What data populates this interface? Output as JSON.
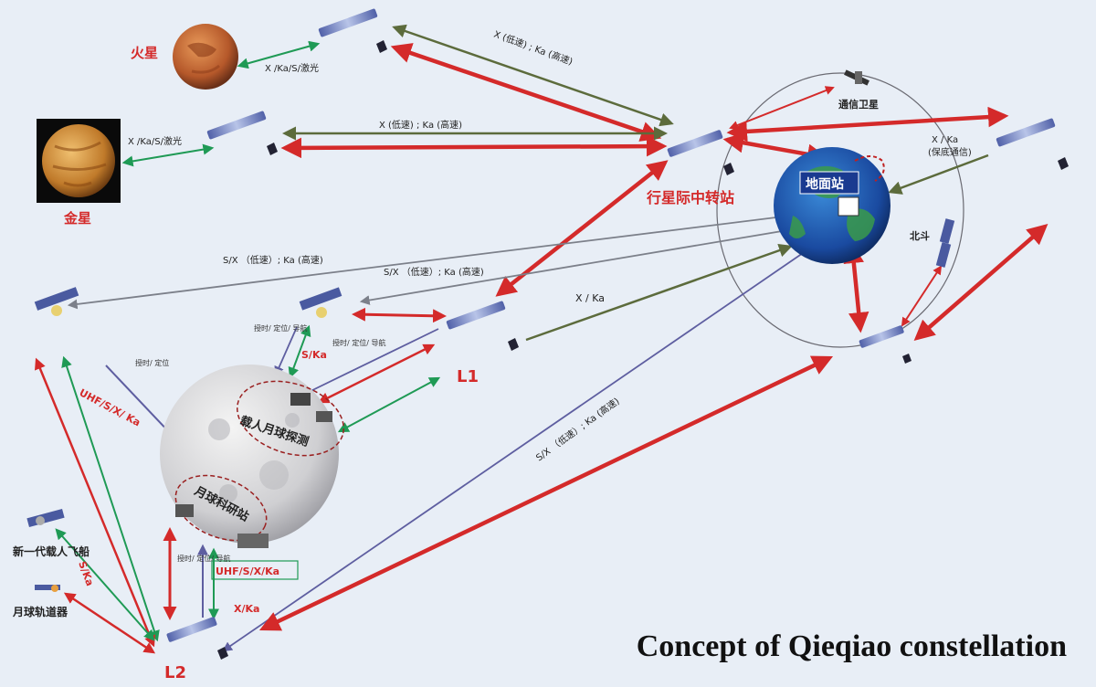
{
  "title": "Concept of Qieqiao constellation",
  "colors": {
    "background": "#e8eef6",
    "red": "#d42a2a",
    "olive": "#5c6b3c",
    "green": "#1f9a55",
    "purple": "#5e5ea0",
    "grey": "#7c808a"
  },
  "bodies": {
    "mars": "火星",
    "venus": "金星",
    "earth_station": "地面站",
    "relay_station": "行星际中转站",
    "comm_sat": "通信卫星",
    "beidou": "北斗",
    "crewed_landing": "载人月球探测",
    "lunar_station": "月球科研站",
    "new_spacecraft": "新一代载人飞船",
    "lunar_orbiter": "月球轨道器",
    "L1": "L1",
    "L2": "L2"
  },
  "links": {
    "mars_link": "X /Ka/S/激光",
    "venus_link": "X /Ka/S/激光",
    "upper_rate": "X (低速) ; Ka (高速)",
    "middle_rate": "X (低速) ; Ka (高速)",
    "backup_ka": "X / Ka",
    "backup_note": "(保底通信)",
    "long_grey": "S/X （低速）; Ka (高速)",
    "l1_grey": "S/X （低速）; Ka (高速)",
    "l1_earth": "X / Ka",
    "diagonal": "S/X （低速）; Ka (高速)",
    "uhf_left": "UHF/S/X/ Ka",
    "s_ka_left": "S/Ka",
    "s_ka_l1": "S/Ka",
    "uhf_box": "UHF/S/X/Ka",
    "x_ka_l2": "X/Ka",
    "timing_l1": "授时/ 定位/ 导航",
    "timing_mid": "授时/ 定位/ 导航",
    "timing_left": "授时/ 定位",
    "timing_l2": "授时/ 定位/ 导航"
  }
}
